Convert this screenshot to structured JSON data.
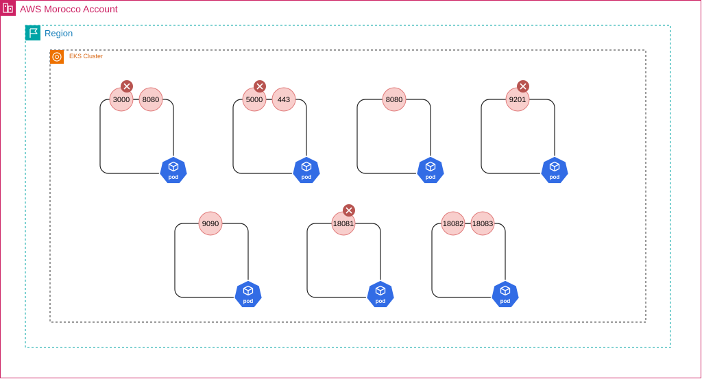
{
  "account": {
    "title": "AWS Morocco Account",
    "color": "#CD2264",
    "icon": "aws-account-icon"
  },
  "region": {
    "title": "Region",
    "color": "#147EBA",
    "border_color": "#00A4A6",
    "icon": "region-flag-icon"
  },
  "cluster": {
    "title": "EKS Cluster",
    "color": "#D86613",
    "icon": "eks-cluster-icon"
  },
  "colors": {
    "port_fill": "#F8CECC",
    "port_stroke": "#E07A7A",
    "blocked_marker": "#B85450",
    "pod_fill": "#326CE5"
  },
  "pod_label": "pod",
  "pods": [
    {
      "ports": [
        {
          "label": "3000",
          "blocked": true
        },
        {
          "label": "8080",
          "blocked": false
        }
      ]
    },
    {
      "ports": [
        {
          "label": "5000",
          "blocked": true
        },
        {
          "label": "443",
          "blocked": false
        }
      ]
    },
    {
      "ports": [
        {
          "label": "8080",
          "blocked": false
        }
      ]
    },
    {
      "ports": [
        {
          "label": "9201",
          "blocked": true
        }
      ]
    },
    {
      "ports": [
        {
          "label": "9090",
          "blocked": false
        }
      ]
    },
    {
      "ports": [
        {
          "label": "18081",
          "blocked": true
        }
      ]
    },
    {
      "ports": [
        {
          "label": "18082",
          "blocked": false
        },
        {
          "label": "18083",
          "blocked": false
        }
      ]
    }
  ]
}
